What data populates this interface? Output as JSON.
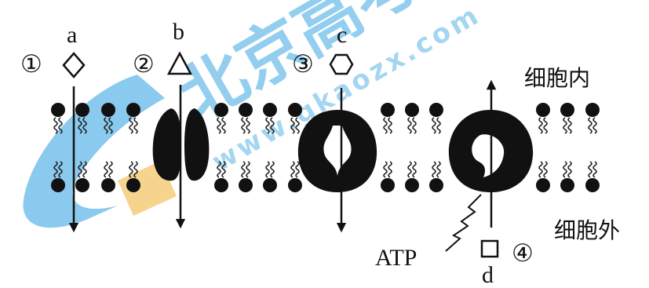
{
  "watermark": {
    "cn_text": "北京高考在线",
    "url_text": "www.gkaozx.com",
    "color_blue": "#2a9ee0",
    "color_yellow": "#f0b030"
  },
  "transport": [
    {
      "number": "①",
      "substance": "a",
      "shape": "diamond"
    },
    {
      "number": "②",
      "substance": "b",
      "shape": "triangle"
    },
    {
      "number": "③",
      "substance": "c",
      "shape": "hexagon"
    },
    {
      "number": "④",
      "substance": "d",
      "shape": "square"
    }
  ],
  "sides": {
    "inside": "细胞内",
    "outside": "细胞外"
  },
  "energy": "ATP"
}
